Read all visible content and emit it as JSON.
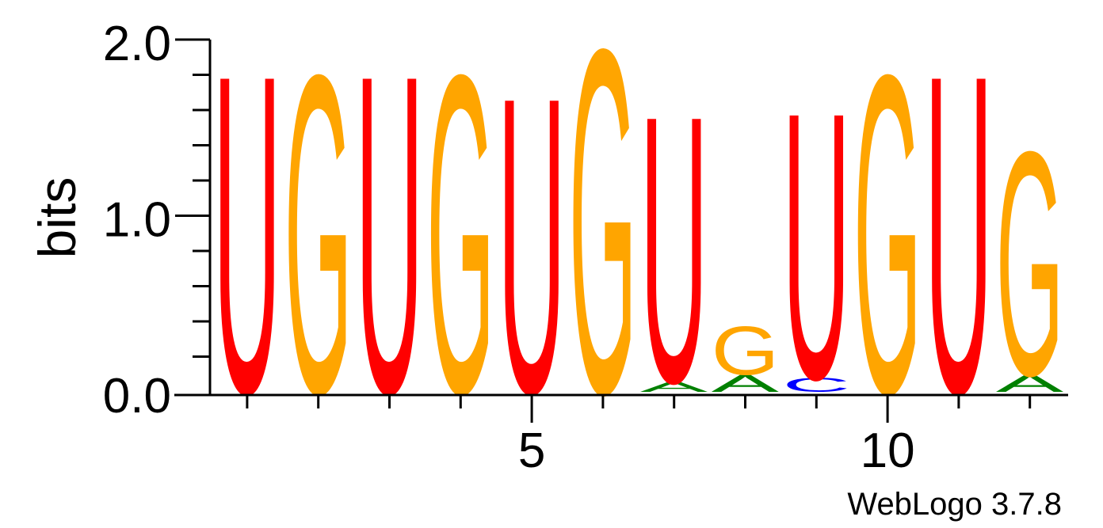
{
  "chart_data": {
    "type": "sequence-logo",
    "ylabel": "bits",
    "ylim": [
      0,
      2.0
    ],
    "y_ticks": [
      "0.0",
      "1.0",
      "2.0"
    ],
    "x_ticks": [
      "5",
      "10"
    ],
    "positions": [
      1,
      2,
      3,
      4,
      5,
      6,
      7,
      8,
      9,
      10,
      11,
      12
    ],
    "colors": {
      "U": "#ff0000",
      "G": "#ffa500",
      "A": "#008000",
      "C": "#0000ff"
    },
    "columns": [
      [
        {
          "letter": "U",
          "bits": 1.85
        }
      ],
      [
        {
          "letter": "G",
          "bits": 1.85
        }
      ],
      [
        {
          "letter": "U",
          "bits": 1.85
        }
      ],
      [
        {
          "letter": "G",
          "bits": 1.85
        }
      ],
      [
        {
          "letter": "U",
          "bits": 1.72
        }
      ],
      [
        {
          "letter": "G",
          "bits": 2.0
        }
      ],
      [
        {
          "letter": "A",
          "bits": 0.06
        },
        {
          "letter": "U",
          "bits": 1.55
        }
      ],
      [
        {
          "letter": "A",
          "bits": 0.1
        },
        {
          "letter": "G",
          "bits": 0.28
        }
      ],
      [
        {
          "letter": "C",
          "bits": 0.08
        },
        {
          "letter": "U",
          "bits": 1.55
        }
      ],
      [
        {
          "letter": "G",
          "bits": 1.85
        }
      ],
      [
        {
          "letter": "U",
          "bits": 1.85
        }
      ],
      [
        {
          "letter": "A",
          "bits": 0.1
        },
        {
          "letter": "G",
          "bits": 1.3
        }
      ]
    ]
  },
  "credit": "WebLogo 3.7.8"
}
